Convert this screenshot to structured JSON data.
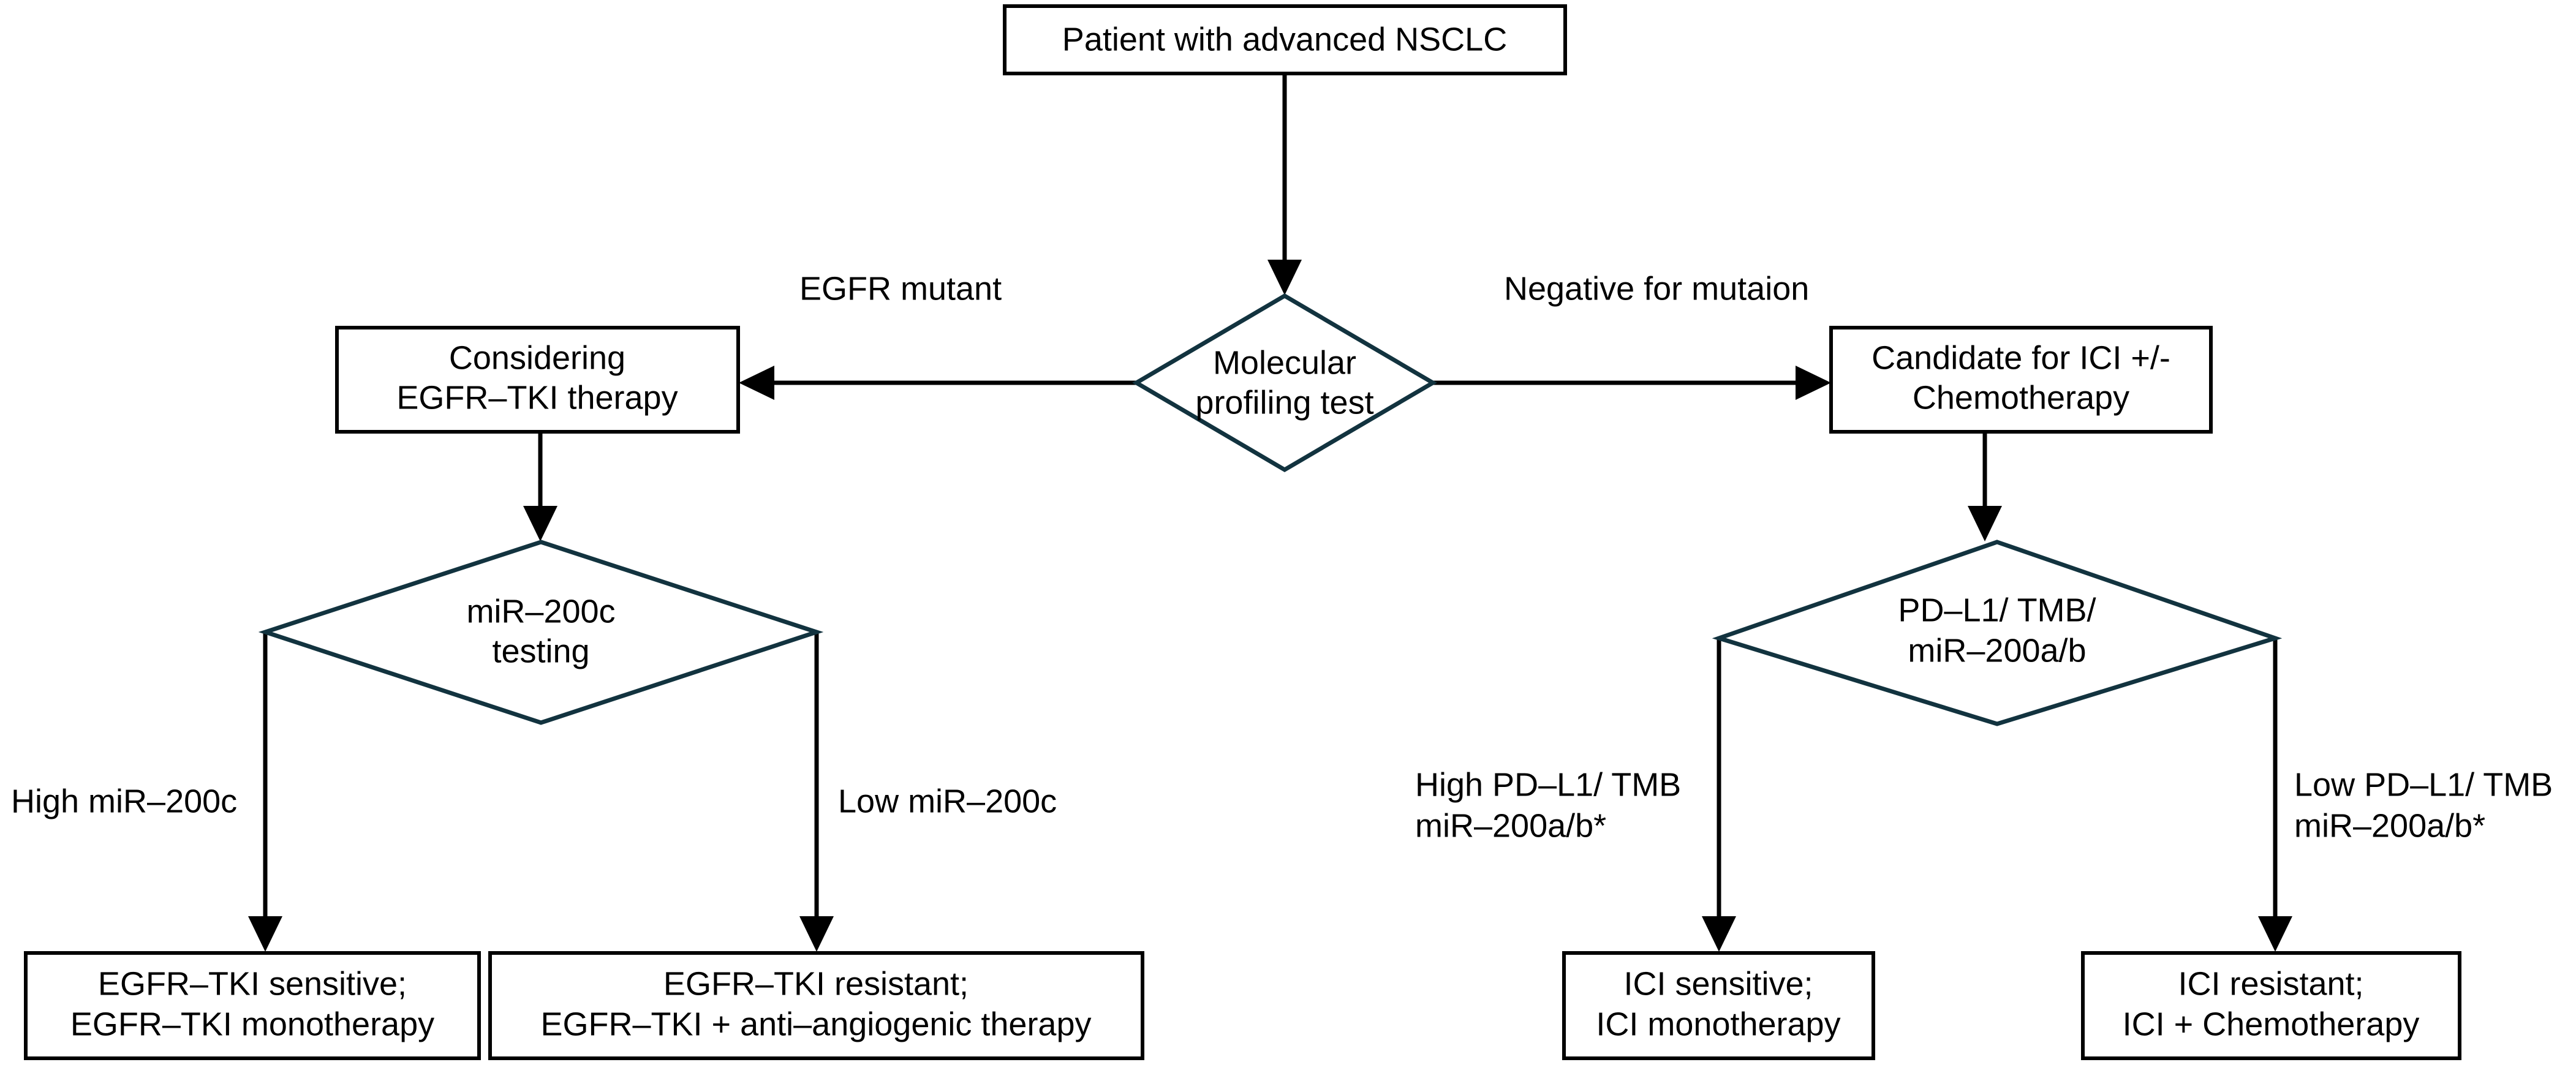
{
  "diagram": {
    "title": "NSCLC molecular profiling treatment decision flowchart",
    "colors": {
      "box_border": "#000000",
      "diamond_border": "#12333f",
      "connector": "#000000",
      "background": "#ffffff",
      "text": "#000000"
    },
    "nodes": {
      "patient": {
        "shape": "rectangle",
        "lines": [
          "Patient with advanced NSCLC"
        ]
      },
      "molecular_profiling": {
        "shape": "diamond",
        "lines": [
          "Molecular",
          "profiling test"
        ]
      },
      "considering_egfr_tki": {
        "shape": "rectangle",
        "lines": [
          "Considering",
          "EGFR–TKI therapy"
        ]
      },
      "candidate_ici": {
        "shape": "rectangle",
        "lines": [
          "Candidate for ICI +/-",
          "Chemotherapy"
        ]
      },
      "mir200c_testing": {
        "shape": "diamond",
        "lines": [
          "miR–200c",
          "testing"
        ]
      },
      "pdl1_tmb_testing": {
        "shape": "diamond",
        "lines": [
          "PD–L1/ TMB/",
          "miR–200a/b"
        ]
      },
      "egfr_tki_sensitive": {
        "shape": "rectangle",
        "lines": [
          "EGFR–TKI sensitive;",
          "EGFR–TKI monotherapy"
        ]
      },
      "egfr_tki_resistant": {
        "shape": "rectangle",
        "lines": [
          "EGFR–TKI resistant;",
          "EGFR–TKI + anti–angiogenic therapy"
        ]
      },
      "ici_sensitive": {
        "shape": "rectangle",
        "lines": [
          "ICI sensitive;",
          "ICI monotherapy"
        ]
      },
      "ici_resistant": {
        "shape": "rectangle",
        "lines": [
          "ICI resistant;",
          "ICI + Chemotherapy"
        ]
      }
    },
    "edge_labels": {
      "egfr_mutant": {
        "lines": [
          "EGFR mutant"
        ]
      },
      "negative_for_mutation": {
        "lines": [
          "Negative for mutaion"
        ]
      },
      "high_mir200c": {
        "lines": [
          "High miR–200c"
        ]
      },
      "low_mir200c": {
        "lines": [
          "Low miR–200c"
        ]
      },
      "high_pdl1_tmb": {
        "lines": [
          "High PD–L1/ TMB",
          "miR–200a/b*"
        ]
      },
      "low_pdl1_tmb": {
        "lines": [
          "Low PD–L1/ TMB",
          "miR–200a/b*"
        ]
      }
    }
  }
}
